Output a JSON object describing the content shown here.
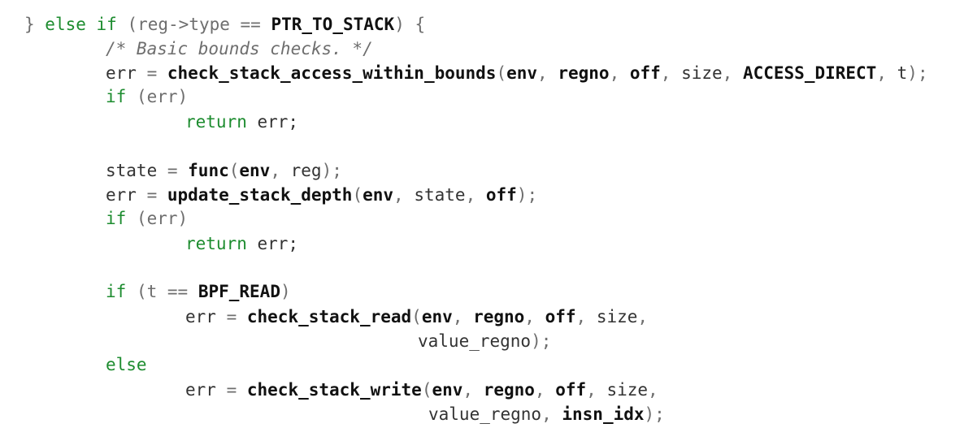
{
  "colors": {
    "background": "#ffffff",
    "keyword": "#1d8c2f",
    "comment": "#6e6e6e",
    "identifier": "#333333",
    "bold": "#111111",
    "operator": "#6e6e6e"
  },
  "code_lines": [
    {
      "tokens": [
        {
          "t": "} ",
          "k": "op"
        },
        {
          "t": "else if",
          "k": "kw"
        },
        {
          "t": " (reg->type == ",
          "k": "op"
        },
        {
          "t": "PTR_TO_STACK",
          "k": "bold"
        },
        {
          "t": ") {",
          "k": "op"
        }
      ]
    },
    {
      "tokens": [
        {
          "t": "/* Basic bounds checks. */",
          "k": "cm"
        }
      ]
    },
    {
      "tokens": [
        {
          "t": "err",
          "k": "id"
        },
        {
          "t": " = ",
          "k": "op"
        },
        {
          "t": "check_stack_access_within_bounds",
          "k": "bold"
        },
        {
          "t": "(",
          "k": "op"
        },
        {
          "t": "env",
          "k": "bold"
        },
        {
          "t": ", ",
          "k": "op"
        },
        {
          "t": "regno",
          "k": "bold"
        },
        {
          "t": ", ",
          "k": "op"
        },
        {
          "t": "off",
          "k": "bold"
        },
        {
          "t": ", ",
          "k": "op"
        },
        {
          "t": "size",
          "k": "id"
        },
        {
          "t": ", ",
          "k": "op"
        },
        {
          "t": "ACCESS_DIRECT",
          "k": "bold"
        },
        {
          "t": ", ",
          "k": "op"
        },
        {
          "t": "t",
          "k": "id"
        },
        {
          "t": ");",
          "k": "op"
        }
      ]
    },
    {
      "tokens": [
        {
          "t": "if",
          "k": "kw"
        },
        {
          "t": " (err)",
          "k": "op"
        }
      ]
    },
    {
      "tokens": [
        {
          "t": "return",
          "k": "kw"
        },
        {
          "t": " err;",
          "k": "id"
        }
      ]
    },
    {
      "tokens": [
        {
          "t": "state",
          "k": "id"
        },
        {
          "t": " = ",
          "k": "op"
        },
        {
          "t": "func",
          "k": "bold"
        },
        {
          "t": "(",
          "k": "op"
        },
        {
          "t": "env",
          "k": "bold"
        },
        {
          "t": ", ",
          "k": "op"
        },
        {
          "t": "reg",
          "k": "id"
        },
        {
          "t": ");",
          "k": "op"
        }
      ]
    },
    {
      "tokens": [
        {
          "t": "err",
          "k": "id"
        },
        {
          "t": " = ",
          "k": "op"
        },
        {
          "t": "update_stack_depth",
          "k": "bold"
        },
        {
          "t": "(",
          "k": "op"
        },
        {
          "t": "env",
          "k": "bold"
        },
        {
          "t": ", ",
          "k": "op"
        },
        {
          "t": "state",
          "k": "id"
        },
        {
          "t": ", ",
          "k": "op"
        },
        {
          "t": "off",
          "k": "bold"
        },
        {
          "t": ");",
          "k": "op"
        }
      ]
    },
    {
      "tokens": [
        {
          "t": "if",
          "k": "kw"
        },
        {
          "t": " (err)",
          "k": "op"
        }
      ]
    },
    {
      "tokens": [
        {
          "t": "return",
          "k": "kw"
        },
        {
          "t": " err;",
          "k": "id"
        }
      ]
    },
    {
      "tokens": [
        {
          "t": "if",
          "k": "kw"
        },
        {
          "t": " (t == ",
          "k": "op"
        },
        {
          "t": "BPF_READ",
          "k": "bold"
        },
        {
          "t": ")",
          "k": "op"
        }
      ]
    },
    {
      "tokens": [
        {
          "t": "err",
          "k": "id"
        },
        {
          "t": " = ",
          "k": "op"
        },
        {
          "t": "check_stack_read",
          "k": "bold"
        },
        {
          "t": "(",
          "k": "op"
        },
        {
          "t": "env",
          "k": "bold"
        },
        {
          "t": ", ",
          "k": "op"
        },
        {
          "t": "regno",
          "k": "bold"
        },
        {
          "t": ", ",
          "k": "op"
        },
        {
          "t": "off",
          "k": "bold"
        },
        {
          "t": ", ",
          "k": "op"
        },
        {
          "t": "size",
          "k": "id"
        },
        {
          "t": ",",
          "k": "op"
        }
      ]
    },
    {
      "tokens": [
        {
          "t": "value_regno",
          "k": "id"
        },
        {
          "t": ");",
          "k": "op"
        }
      ]
    },
    {
      "tokens": [
        {
          "t": "else",
          "k": "kw"
        }
      ]
    },
    {
      "tokens": [
        {
          "t": "err",
          "k": "id"
        },
        {
          "t": " = ",
          "k": "op"
        },
        {
          "t": "check_stack_write",
          "k": "bold"
        },
        {
          "t": "(",
          "k": "op"
        },
        {
          "t": "env",
          "k": "bold"
        },
        {
          "t": ", ",
          "k": "op"
        },
        {
          "t": "regno",
          "k": "bold"
        },
        {
          "t": ", ",
          "k": "op"
        },
        {
          "t": "off",
          "k": "bold"
        },
        {
          "t": ", ",
          "k": "op"
        },
        {
          "t": "size",
          "k": "id"
        },
        {
          "t": ",",
          "k": "op"
        }
      ]
    },
    {
      "tokens": [
        {
          "t": "value_regno",
          "k": "id"
        },
        {
          "t": ", ",
          "k": "op"
        },
        {
          "t": "insn_idx",
          "k": "bold"
        },
        {
          "t": ");",
          "k": "op"
        }
      ]
    }
  ]
}
